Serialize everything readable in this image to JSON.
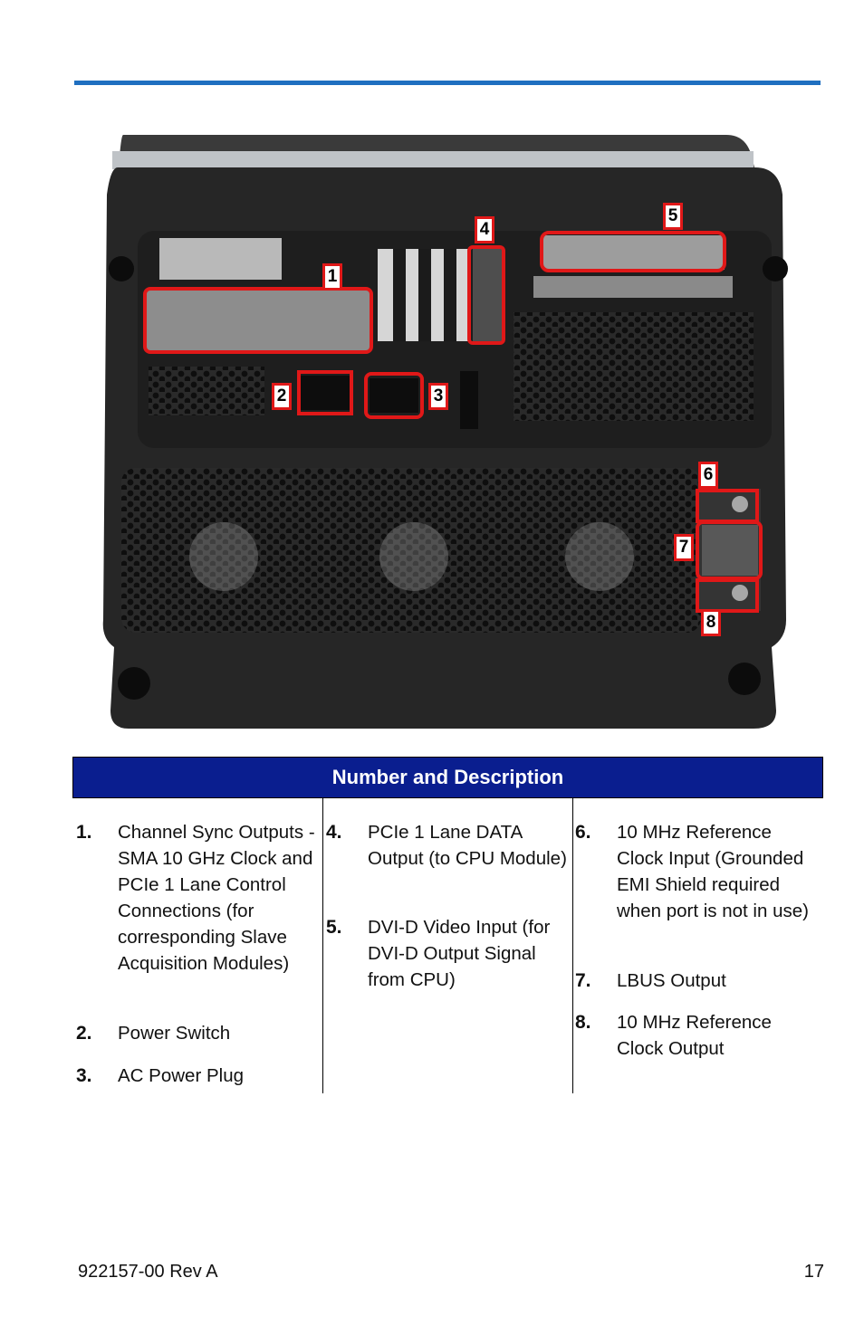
{
  "callouts": [
    "1",
    "2",
    "3",
    "4",
    "5",
    "6",
    "7",
    "8"
  ],
  "table": {
    "header": "Number and Description",
    "items": [
      {
        "num": "1.",
        "text": "Channel Sync Outputs - SMA 10 GHz Clock and PCIe 1 Lane Control Connections (for corresponding Slave Acquisition Modules)"
      },
      {
        "num": "2.",
        "text": "Power Switch"
      },
      {
        "num": "3.",
        "text": "AC Power Plug"
      },
      {
        "num": "4.",
        "text": "PCIe 1 Lane DATA Output (to CPU Module)"
      },
      {
        "num": "5.",
        "text": "DVI-D Video Input (for DVI-D Output Signal from CPU)"
      },
      {
        "num": "6.",
        "text": "10 MHz Reference Clock Input (Grounded EMI Shield required when port is not in use)"
      },
      {
        "num": "7.",
        "text": "LBUS Output"
      },
      {
        "num": "8.",
        "text": "10 MHz Reference Clock Output"
      }
    ]
  },
  "footer": {
    "doc_id": "922157-00 Rev A",
    "page": "17"
  }
}
